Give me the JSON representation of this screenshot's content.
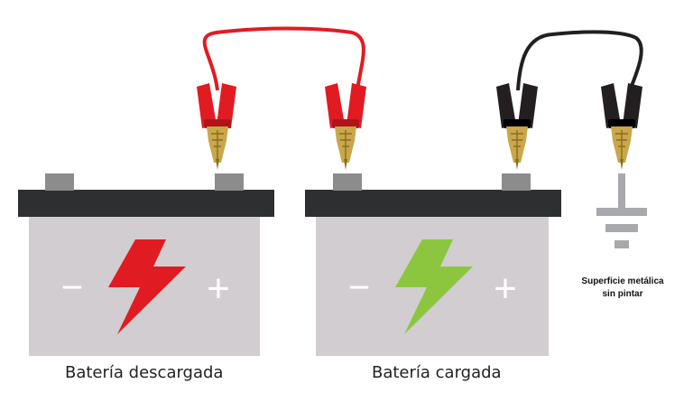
{
  "colors": {
    "positive_cable": "#e11b22",
    "negative_cable": "#231f20",
    "battery_body": "#d1cdd0",
    "battery_lid": "#2e2f31",
    "terminal": "#8c8c8c",
    "clamp_jaw": "#c9a74a",
    "discharged_bolt": "#e11b22",
    "charged_bolt": "#8cc63f",
    "sign": "#ffffff",
    "ground": "#a7a9ac"
  },
  "batteries": [
    {
      "caption": "Batería descargada",
      "minus": "−",
      "plus": "+",
      "bolt_icon": "lightning-bolt-red"
    },
    {
      "caption": "Batería cargada",
      "minus": "−",
      "plus": "+",
      "bolt_icon": "lightning-bolt-green"
    }
  ],
  "ground": {
    "line1": "Superficie metálica",
    "line2": "sin pintar",
    "icon": "ground-symbol"
  }
}
